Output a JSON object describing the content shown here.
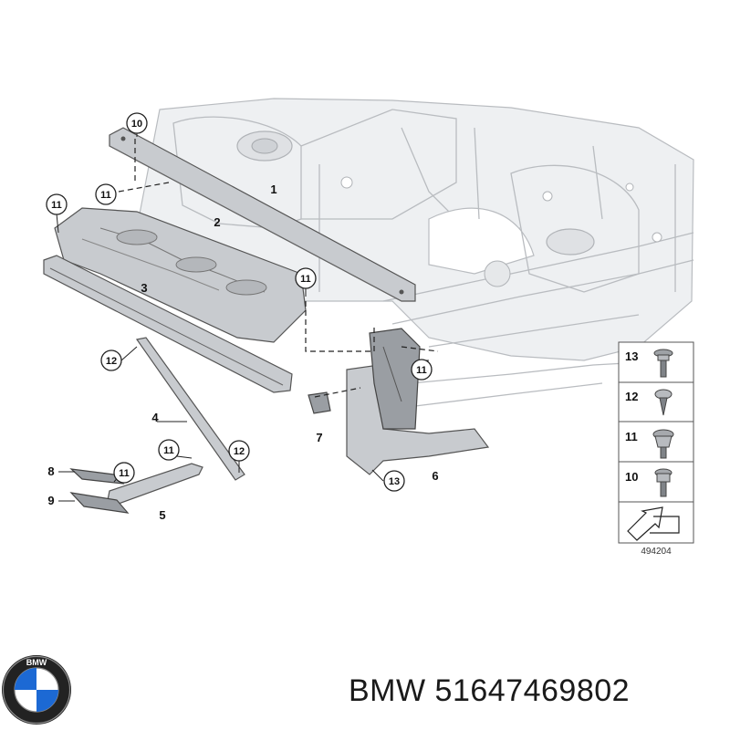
{
  "diagram": {
    "image_code": "494204",
    "callouts": [
      "10",
      "11",
      "11",
      "11",
      "11",
      "12",
      "11",
      "11",
      "12",
      "11",
      "13"
    ],
    "part_numbers": [
      "1",
      "2",
      "3",
      "4",
      "5",
      "6",
      "7",
      "8",
      "9"
    ]
  },
  "legend": {
    "items": [
      {
        "number": "13",
        "icon": "flange-bolt-icon"
      },
      {
        "number": "12",
        "icon": "screw-icon"
      },
      {
        "number": "11",
        "icon": "washer-screw-icon"
      },
      {
        "number": "10",
        "icon": "hex-bolt-icon"
      }
    ]
  },
  "caption": {
    "brand": "BMW",
    "part_number": "51647469802",
    "logo_letters": "BMW"
  },
  "colors": {
    "logo_blue": "#1c69d4",
    "logo_ring": "#222222",
    "body_gray": "#b9bcc0",
    "part_gray": "#c8cbcf"
  }
}
